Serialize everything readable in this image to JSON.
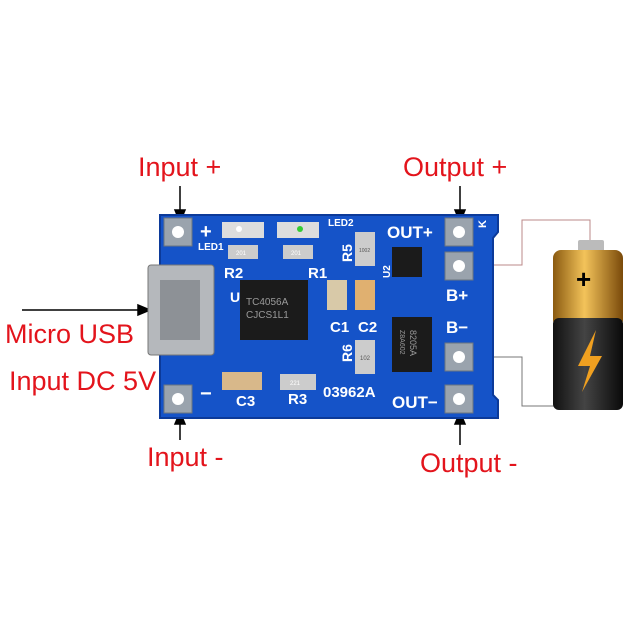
{
  "callouts": {
    "input_plus": "Input +",
    "output_plus": "Output +",
    "micro_usb": "Micro USB",
    "input_dc": "Input DC 5V",
    "input_minus": "Input -",
    "output_minus": "Output -"
  },
  "board": {
    "plus": "+",
    "minus": "−",
    "led1": "LED1",
    "led2": "LED2",
    "r1": "R1",
    "r2": "R2",
    "r3": "R3",
    "r5": "R5",
    "r6": "R6",
    "c1": "C1",
    "c2": "C2",
    "c3": "C3",
    "u1": "U",
    "u2": "U2",
    "out_plus": "OUT+",
    "out_minus": "OUT−",
    "b_plus": "B+",
    "b_minus": "B−",
    "k": "K",
    "board_id": "03962A",
    "ic1_line1": "TC4056A",
    "ic1_line2": "CJCS1L1",
    "ic2_line1": "8205A",
    "ic2_line2": "Z8A602",
    "res_r2": "201",
    "res_r1": "201",
    "res_r3": "221",
    "res_r5": "1002",
    "res_r6": "102"
  },
  "colors": {
    "pcb": "#1553c8",
    "callout": "#e3141c"
  }
}
